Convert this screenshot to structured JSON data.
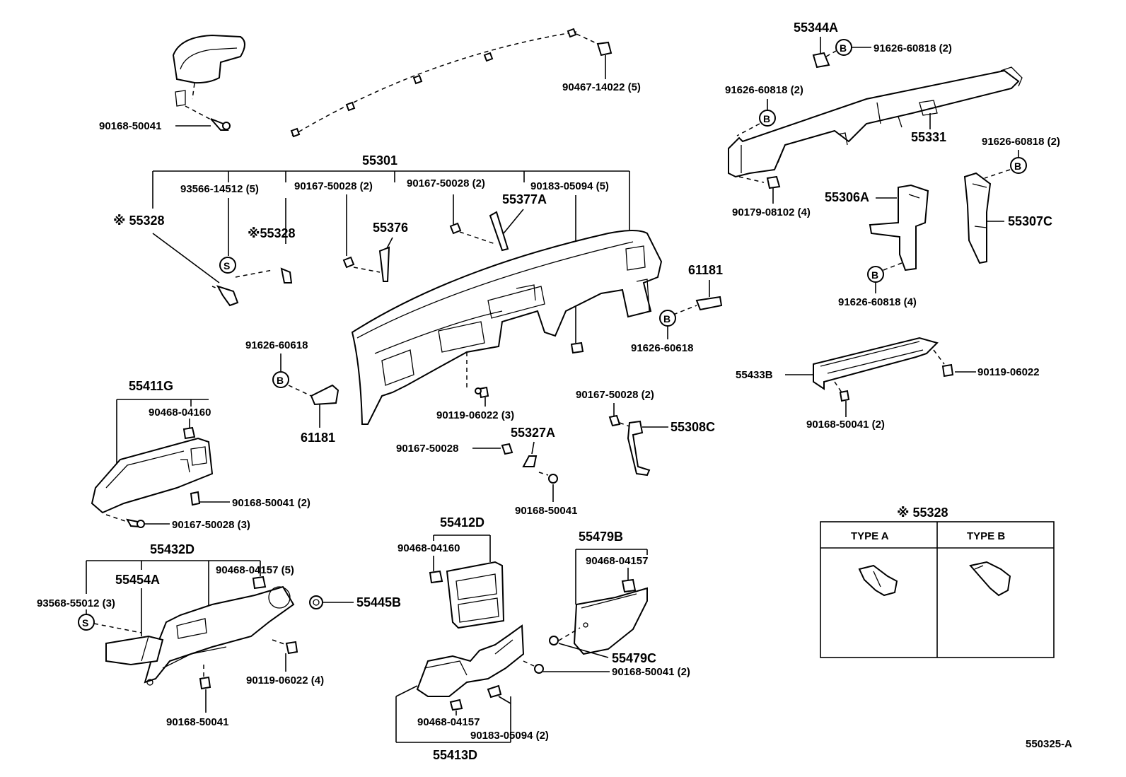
{
  "labels": {
    "l_90168_top": "90168-50041",
    "l_90467": "90467-14022 (5)",
    "l_55301": "55301",
    "l_93566": "93566-14512 (5)",
    "l_90167_a": "90167-50028 (2)",
    "l_90167_b": "90167-50028 (2)",
    "l_90183_a": "90183-05094 (5)",
    "l_55328_a": "※ 55328",
    "l_55328_b": "※55328",
    "l_55376": "55376",
    "l_55377A": "55377A",
    "l_55344A": "55344A",
    "l_91626_a": "91626-60818 (2)",
    "l_91626_b": "91626-60818 (2)",
    "l_55331": "55331",
    "l_91626_c": "91626-60818 (2)",
    "l_55306A": "55306A",
    "l_90179": "90179-08102 (4)",
    "l_55307C": "55307C",
    "l_91626_d": "91626-60818 (4)",
    "l_61181_a": "61181",
    "l_91626_60618_a": "91626-60618",
    "l_91626_60618_b": "91626-60618",
    "l_61181_b": "61181",
    "l_55411G": "55411G",
    "l_90468_a": "90468-04160",
    "l_90168_b": "90168-50041 (2)",
    "l_90167_c": "90167-50028 (3)",
    "l_90119_a": "90119-06022 (3)",
    "l_55327A": "55327A",
    "l_90167_d": "90167-50028",
    "l_90168_c": "90168-50041",
    "l_90167_e": "90167-50028 (2)",
    "l_55308C": "55308C",
    "l_55433B": "55433B",
    "l_90119_b": "90119-06022",
    "l_90168_d": "90168-50041 (2)",
    "l_55432D": "55432D",
    "l_55454A": "55454A",
    "l_90468_b": "90468-04157 (5)",
    "l_93568": "93568-55012 (3)",
    "l_55445B": "55445B",
    "l_90119_c": "90119-06022 (4)",
    "l_90168_e": "90168-50041",
    "l_55412D": "55412D",
    "l_90468_c": "90468-04160",
    "l_55479B": "55479B",
    "l_90468_d": "90468-04157",
    "l_55479C": "55479C",
    "l_90168_f": "90168-50041 (2)",
    "l_90468_e": "90468-04157",
    "l_90183_b": "90183-05094 (2)",
    "l_55413D": "55413D",
    "l_table_title": "※ 55328",
    "l_typeA": "TYPE A",
    "l_typeB": "TYPE B",
    "l_code": "550325-A"
  },
  "symbols": {
    "bolt": "B",
    "screw": "S"
  }
}
